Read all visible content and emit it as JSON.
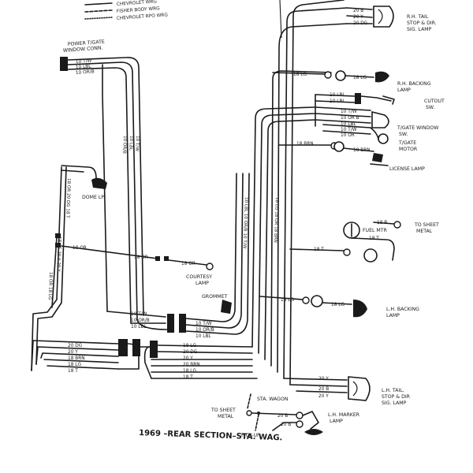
{
  "legend": [
    "CHEVROLET WRG",
    "FISHER BODY WRG",
    "CHEVROLET RPO WRG"
  ],
  "title": "1969 –REAR SECTION–STA. WAG.",
  "components": {
    "power_tgate_conn": "POWER T/GATE",
    "power_tgate_conn_2": "WINDOW CONN.",
    "dome_lp": "DOME LP.",
    "courtesy_lamp": "COURTESY",
    "courtesy_lamp_2": "LAMP",
    "grommet": "GROMMET",
    "to_sheet_metal_left": "TO SHEET",
    "to_sheet_metal_left_2": "METAL",
    "sta_wagon": "STA. WAGON",
    "pick_up": "PICK-UP",
    "rh_tail": "R.H. TAIL",
    "rh_tail_2": "STOP & DIR.",
    "rh_tail_3": "SIG. LAMP",
    "rh_backing": "R.H. BACKING",
    "rh_backing_2": "LAMP",
    "cutout_sw": "CUTOUT",
    "cutout_sw_2": "SW.",
    "tgate_window_sw": "T/GATE WINDOW",
    "tgate_window_sw_2": "SW.",
    "tgate_motor": "T/GATE",
    "tgate_motor_2": "MOTOR",
    "license_lamp": "LICENSE LAMP",
    "to_sheet_metal_right": "TO SHEET",
    "to_sheet_metal_right_2": "METAL",
    "fuel_mtr": "FUEL MTR",
    "lh_backing": "L.H. BACKING",
    "lh_backing_2": "LAMP",
    "lh_tail": "L.H. TAIL,",
    "lh_tail_2": "STOP & DIR",
    "lh_tail_3": "SIG. LAMP",
    "lh_marker": "L.H. MARKER",
    "lh_marker_2": "LAMP"
  },
  "wire_labels": {
    "tw_top": "10 T/W",
    "lbl_top": "10 LBL",
    "orb_top": "10 OR/B",
    "rh_20b": "20 B",
    "rh_20y": "20 Y",
    "rh_20dg": "20 DG",
    "lg18_a": "18 LG",
    "lg18_b": "18 LG",
    "cut_10lbl": "10 LBL",
    "cut_10lbl_b": "10 LBL",
    "sw_10tw": "10 T/W",
    "sw_10orb": "10 OR B",
    "sw_10lbl": "10 LBL",
    "sw_10tw_b": "10 T/W",
    "sw_10or": "10 OR",
    "brn_a": "18 BRN",
    "brn_b": "18 BRN",
    "fuel_18b": "18 B",
    "fuel_18t": "18 T",
    "t18_mid": "18 T",
    "or18_a": "18 OR",
    "or18_b": "18 OR",
    "or18_c": "18 OR",
    "lg18_c": "18 LG",
    "lg18_d": "18 LG",
    "bot_10tw": "10 T/W",
    "bot_10orb": "10 OR/B",
    "bot_10lbl": "10 LBL",
    "r_10tw": "10 T/W",
    "r_10orb": "10 OR/B",
    "r_10lbl": "10 LBL",
    "l_20dg": "20 DG",
    "l_20y": "20 Y",
    "l_18brn": "18 BRN",
    "l_18lg": "18 LG",
    "l_18t": "18 T",
    "m_18lg": "18 LG",
    "m_20dg": "20 DG",
    "m_20y": "20 Y",
    "m_20brn": "20 BRN",
    "m_18lg_b": "18 LG",
    "m_18t": "18 T",
    "lh_20y": "20 Y",
    "lh_20b": "20 B",
    "lh_20y_b": "20 Y",
    "mk_20b": "20 B",
    "mk_20b_b": "20 B"
  },
  "vertical_labels": {
    "v_orb": "10 OR/B",
    "v_lbl": "10 LBL",
    "v_tw": "10 T/W",
    "v_bundle": "10 LBL 10 OR/B 10 T/W",
    "v_bundle_2": "18 LG 18 OR 18 BRN",
    "v_left": "18 OR 20 DG 18 T",
    "v_left_2": "18 LG 20 Y 20 Y",
    "v_left_3": "18 OR 18 LG",
    "v_left_4": "18 OR 18 BRN"
  }
}
